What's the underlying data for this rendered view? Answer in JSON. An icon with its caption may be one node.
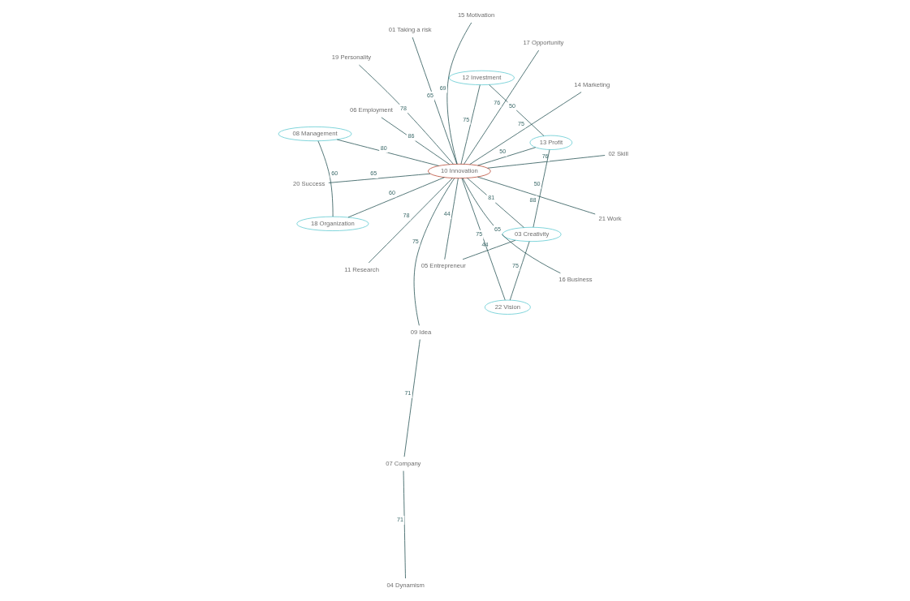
{
  "diagram": {
    "nodes": [
      {
        "text": [
          "09 Idea"
        ]
      },
      {
        "text": [
          "07 Company"
        ]
      },
      {
        "text": [
          "04 Dynamism"
        ]
      },
      {
        "text": [
          "01 Taking a risk"
        ]
      },
      {
        "text": [
          "02 Skill"
        ]
      },
      {
        "text": [
          "06 Employment"
        ]
      },
      {
        "text": [
          "05 Entrepreneur"
        ]
      },
      {
        "text": [
          "03 Creativity"
        ]
      },
      {
        "text": [
          "11 Research"
        ]
      },
      {
        "text": [
          "10 Innovation"
        ]
      },
      {
        "text": [
          "22 Vision"
        ]
      },
      {
        "text": [
          "20 Success"
        ]
      },
      {
        "text": [
          "13 Profit"
        ]
      },
      {
        "text": [
          "14 Marketing"
        ]
      },
      {
        "text": [
          "15 Motivation"
        ]
      },
      {
        "text": [
          "16 Business"
        ]
      },
      {
        "text": [
          "21 Work"
        ]
      },
      {
        "text": [
          "12 Investment"
        ]
      },
      {
        "text": [
          "08 Management"
        ]
      },
      {
        "text": [
          "19 Personality"
        ]
      },
      {
        "text": [
          "17 Opportunity"
        ]
      },
      {
        "text": [
          "18 Organization"
        ]
      }
    ],
    "edges": [
      {
        "from": 0,
        "to": 1,
        "arrow": "none",
        "label": "71"
      },
      {
        "from": 1,
        "to": 2,
        "arrow": "none",
        "label": "71"
      },
      {
        "from": 0,
        "to": 9,
        "arrow": "none",
        "label": "75"
      },
      {
        "from": 3,
        "to": 9,
        "arrow": "none",
        "label": "65"
      },
      {
        "from": 4,
        "to": 9,
        "arrow": "none",
        "label": "76"
      },
      {
        "from": 5,
        "to": 9,
        "arrow": "none",
        "label": "86"
      },
      {
        "from": 6,
        "to": 9,
        "arrow": "none",
        "label": "44"
      },
      {
        "from": 6,
        "to": 7,
        "arrow": "none",
        "label": "44"
      },
      {
        "from": 9,
        "to": 7,
        "arrow": "none",
        "label": "81"
      },
      {
        "from": 7,
        "to": 10,
        "arrow": "none",
        "label": "75"
      },
      {
        "from": 7,
        "to": 12,
        "arrow": "none",
        "label": "50"
      },
      {
        "from": 8,
        "to": 9,
        "arrow": "none",
        "label": "78"
      },
      {
        "from": 9,
        "to": 10,
        "arrow": "none",
        "label": "75"
      },
      {
        "from": 11,
        "to": 9,
        "arrow": "none",
        "label": "65"
      },
      {
        "from": 9,
        "to": 12,
        "arrow": "none",
        "label": "50"
      },
      {
        "from": 13,
        "to": 9,
        "arrow": "none",
        "label": "75"
      },
      {
        "from": 14,
        "to": 9,
        "arrow": "none",
        "label": "69"
      },
      {
        "from": 15,
        "to": 9,
        "arrow": "none",
        "label": "65"
      },
      {
        "from": 20,
        "to": 9,
        "arrow": "none",
        "label": "76"
      },
      {
        "from": 19,
        "to": 9,
        "arrow": "none",
        "label": "78"
      },
      {
        "from": 9,
        "to": 21,
        "arrow": "none",
        "label": "60"
      },
      {
        "from": 9,
        "to": 16,
        "arrow": "none",
        "label": "88"
      },
      {
        "from": 9,
        "to": 18,
        "arrow": "none",
        "label": "80"
      },
      {
        "from": 9,
        "to": 17,
        "arrow": "none",
        "label": "75"
      },
      {
        "from": 12,
        "to": 17,
        "arrow": "none",
        "label": "50"
      },
      {
        "from": 18,
        "to": 21,
        "arrow": "none",
        "label": "60"
      }
    ]
  }
}
